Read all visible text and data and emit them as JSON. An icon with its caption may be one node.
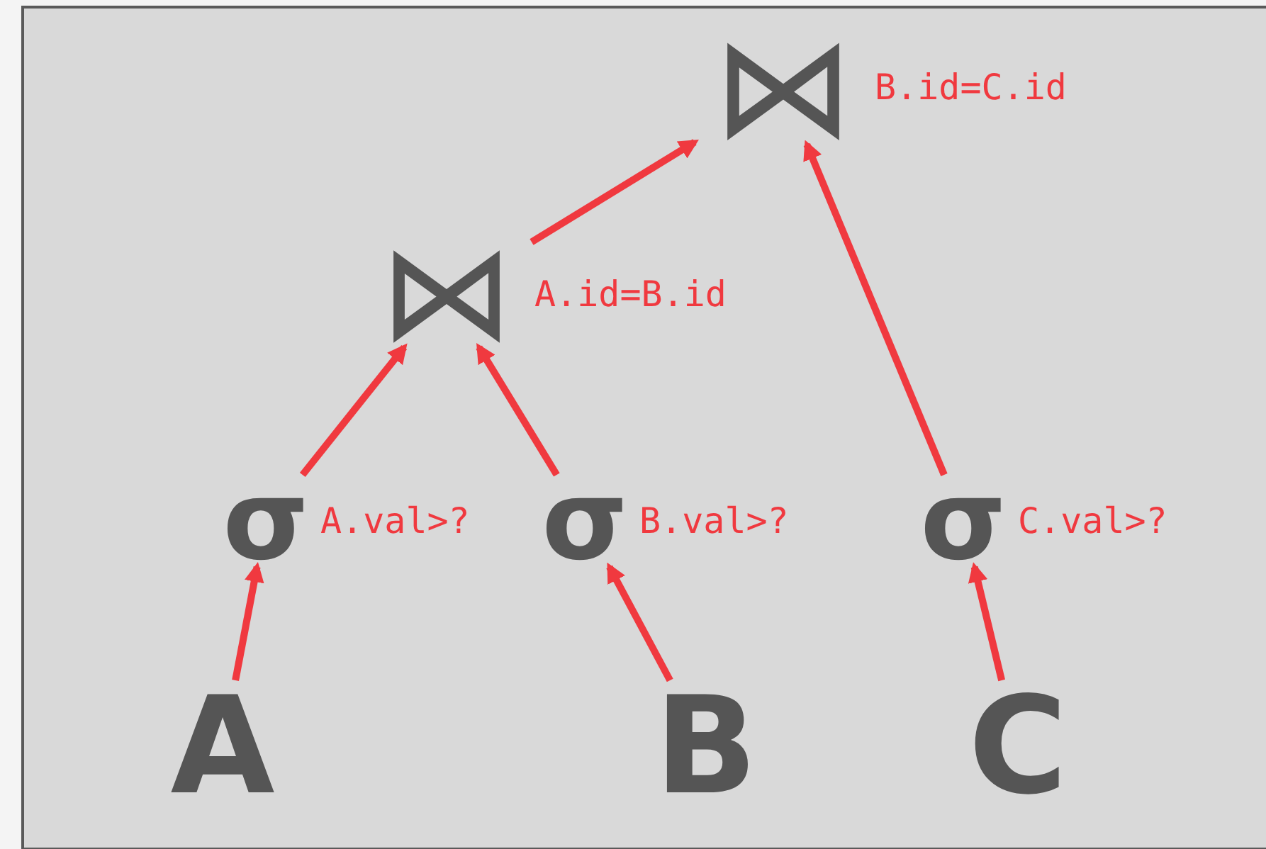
{
  "diagram": {
    "nodes": [
      {
        "text": [
          "⋈"
        ],
        "beside": [
          "B.id=C.id"
        ]
      },
      {
        "text": [
          "⋈"
        ],
        "beside": [
          "A.id=B.id"
        ]
      },
      {
        "text": [
          "σ"
        ],
        "beside": [
          "A.val>?"
        ]
      },
      {
        "text": [
          "σ"
        ],
        "beside": [
          "B.val>?"
        ]
      },
      {
        "text": [
          "σ"
        ],
        "beside": [
          "C.val>?"
        ]
      },
      {
        "text": [
          "A"
        ]
      },
      {
        "text": [
          "B"
        ]
      },
      {
        "text": [
          "C"
        ]
      }
    ],
    "edges": [
      {
        "from": 5,
        "to": 2,
        "arrow": "to"
      },
      {
        "from": 6,
        "to": 3,
        "arrow": "to"
      },
      {
        "from": 7,
        "to": 4,
        "arrow": "to"
      },
      {
        "from": 2,
        "to": 1,
        "arrow": "to"
      },
      {
        "from": 3,
        "to": 1,
        "arrow": "to"
      },
      {
        "from": 1,
        "to": 0,
        "arrow": "to"
      },
      {
        "from": 4,
        "to": 0,
        "arrow": "to"
      }
    ]
  }
}
